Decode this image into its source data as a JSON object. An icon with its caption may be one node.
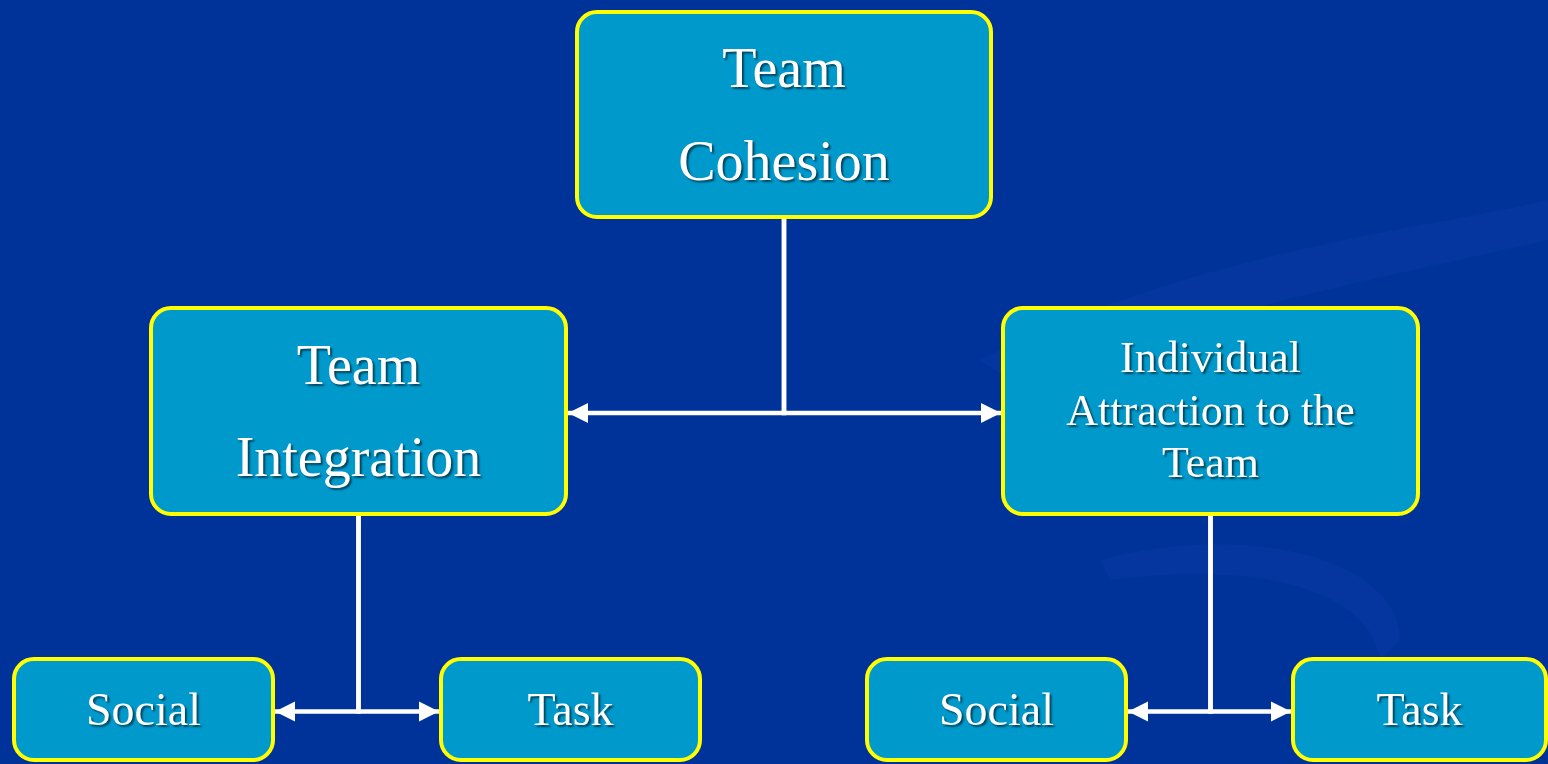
{
  "diagram": {
    "nodes": [
      {
        "text": [
          "Team Cohesion"
        ]
      },
      {
        "text": [
          "Team Integration"
        ]
      },
      {
        "text": [
          "Individual Attraction to the Team"
        ]
      },
      {
        "text": [
          "Social"
        ]
      },
      {
        "text": [
          "Task"
        ]
      },
      {
        "text": [
          "Social"
        ]
      },
      {
        "text": [
          "Task"
        ]
      }
    ],
    "edges": [
      {
        "from": 0,
        "to": 1,
        "arrow": "to"
      },
      {
        "from": 0,
        "to": 2,
        "arrow": "to"
      },
      {
        "from": 1,
        "to": 3,
        "arrow": "to"
      },
      {
        "from": 1,
        "to": 4,
        "arrow": "to"
      },
      {
        "from": 2,
        "to": 5,
        "arrow": "to"
      },
      {
        "from": 2,
        "to": 6,
        "arrow": "to"
      }
    ]
  }
}
